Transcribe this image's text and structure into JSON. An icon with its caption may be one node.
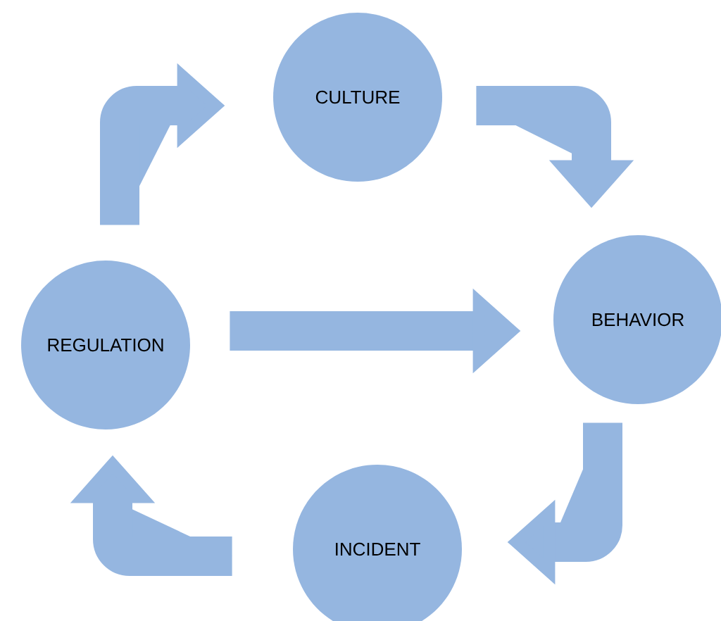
{
  "diagram": {
    "nodes": [
      {
        "text": [
          "CULTURE"
        ]
      },
      {
        "text": [
          "BEHAVIOR"
        ]
      },
      {
        "text": [
          "INCIDENT"
        ]
      },
      {
        "text": [
          "REGULATION"
        ]
      }
    ],
    "edges": [
      {
        "from": 3,
        "to": 0,
        "arrow": "to"
      },
      {
        "from": 0,
        "to": 1,
        "arrow": "to"
      },
      {
        "from": 1,
        "to": 2,
        "arrow": "to"
      },
      {
        "from": 2,
        "to": 3,
        "arrow": "to"
      },
      {
        "from": 3,
        "to": 1,
        "arrow": "to"
      }
    ]
  }
}
